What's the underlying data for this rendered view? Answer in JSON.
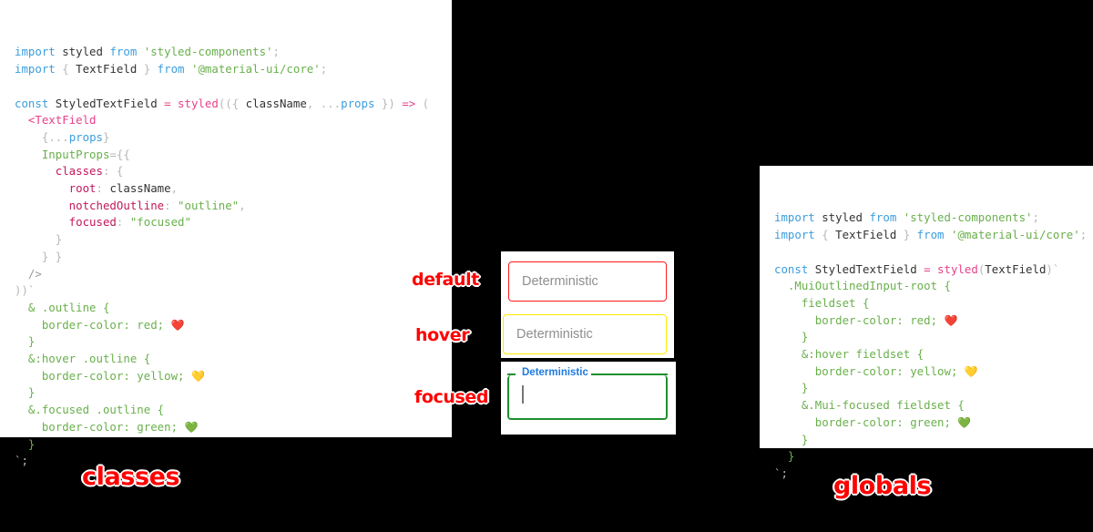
{
  "background_color": "#000000",
  "panels": {
    "classes_code": {
      "title_label": "classes",
      "lines": [
        [
          {
            "t": "import ",
            "c": "kw"
          },
          {
            "t": "styled ",
            "c": "ident"
          },
          {
            "t": "from ",
            "c": "kw"
          },
          {
            "t": "'styled-components'",
            "c": "str"
          },
          {
            "t": ";",
            "c": "punc"
          }
        ],
        [
          {
            "t": "import ",
            "c": "kw"
          },
          {
            "t": "{",
            "c": "punc"
          },
          {
            "t": " TextField ",
            "c": "ident"
          },
          {
            "t": "}",
            "c": "punc"
          },
          {
            "t": " from ",
            "c": "kw"
          },
          {
            "t": "'@material-ui/core'",
            "c": "str"
          },
          {
            "t": ";",
            "c": "punc"
          }
        ],
        [],
        [
          {
            "t": "const ",
            "c": "kw"
          },
          {
            "t": "StyledTextField ",
            "c": "ident"
          },
          {
            "t": "= ",
            "c": "op"
          },
          {
            "t": "styled",
            "c": "fn"
          },
          {
            "t": "((",
            "c": "punc"
          },
          {
            "t": "{",
            "c": "punc"
          },
          {
            "t": " className",
            "c": "ident"
          },
          {
            "t": ",",
            "c": "punc"
          },
          {
            "t": " ...",
            "c": "punc"
          },
          {
            "t": "props ",
            "c": "var"
          },
          {
            "t": "})",
            "c": "punc"
          },
          {
            "t": " => ",
            "c": "op"
          },
          {
            "t": "(",
            "c": "punc"
          }
        ],
        [
          {
            "t": "  <TextField",
            "c": "fn"
          }
        ],
        [
          {
            "t": "    {...",
            "c": "punc"
          },
          {
            "t": "props",
            "c": "var"
          },
          {
            "t": "}",
            "c": "punc"
          }
        ],
        [
          {
            "t": "    InputProps",
            "c": "attr"
          },
          {
            "t": "={{",
            "c": "punc"
          }
        ],
        [
          {
            "t": "      classes",
            "c": "prop"
          },
          {
            "t": ": {",
            "c": "punc"
          }
        ],
        [
          {
            "t": "        root",
            "c": "prop"
          },
          {
            "t": ": ",
            "c": "punc"
          },
          {
            "t": "className",
            "c": "ident"
          },
          {
            "t": ",",
            "c": "punc"
          }
        ],
        [
          {
            "t": "        notchedOutline",
            "c": "prop"
          },
          {
            "t": ": ",
            "c": "punc"
          },
          {
            "t": "\"outline\"",
            "c": "str"
          },
          {
            "t": ",",
            "c": "punc"
          }
        ],
        [
          {
            "t": "        focused",
            "c": "prop"
          },
          {
            "t": ": ",
            "c": "punc"
          },
          {
            "t": "\"focused\"",
            "c": "str"
          }
        ],
        [
          {
            "t": "      }",
            "c": "punc"
          }
        ],
        [
          {
            "t": "    } }",
            "c": "punc"
          }
        ],
        [
          {
            "t": "  />",
            "c": "gray"
          }
        ],
        [
          {
            "t": "))`",
            "c": "punc"
          }
        ],
        [
          {
            "t": "  & .outline {",
            "c": "css"
          }
        ],
        [
          {
            "t": "    border-color: red; ",
            "c": "css"
          },
          {
            "t": "❤️",
            "c": "emoji"
          }
        ],
        [
          {
            "t": "  }",
            "c": "css"
          }
        ],
        [
          {
            "t": "  &:hover .outline {",
            "c": "css"
          }
        ],
        [
          {
            "t": "    border-color: yellow; ",
            "c": "css"
          },
          {
            "t": "💛",
            "c": "emoji"
          }
        ],
        [
          {
            "t": "  }",
            "c": "css"
          }
        ],
        [
          {
            "t": "  &.focused .outline {",
            "c": "css"
          }
        ],
        [
          {
            "t": "    border-color: green; ",
            "c": "css"
          },
          {
            "t": "💚",
            "c": "emoji"
          }
        ],
        [
          {
            "t": "  }",
            "c": "css"
          }
        ],
        [
          {
            "t": "`;",
            "c": "punc"
          }
        ]
      ]
    },
    "globals_code": {
      "title_label": "globals",
      "lines": [
        [
          {
            "t": "import ",
            "c": "kw"
          },
          {
            "t": "styled ",
            "c": "ident"
          },
          {
            "t": "from ",
            "c": "kw"
          },
          {
            "t": "'styled-components'",
            "c": "str"
          },
          {
            "t": ";",
            "c": "punc"
          }
        ],
        [
          {
            "t": "import ",
            "c": "kw"
          },
          {
            "t": "{",
            "c": "punc"
          },
          {
            "t": " TextField ",
            "c": "ident"
          },
          {
            "t": "}",
            "c": "punc"
          },
          {
            "t": " from ",
            "c": "kw"
          },
          {
            "t": "'@material-ui/core'",
            "c": "str"
          },
          {
            "t": ";",
            "c": "punc"
          }
        ],
        [],
        [
          {
            "t": "const ",
            "c": "kw"
          },
          {
            "t": "StyledTextField ",
            "c": "ident"
          },
          {
            "t": "= ",
            "c": "op"
          },
          {
            "t": "styled",
            "c": "fn"
          },
          {
            "t": "(",
            "c": "punc"
          },
          {
            "t": "TextField",
            "c": "ident"
          },
          {
            "t": ")`",
            "c": "punc"
          }
        ],
        [
          {
            "t": "  .MuiOutlinedInput-root {",
            "c": "css"
          }
        ],
        [
          {
            "t": "    fieldset {",
            "c": "css"
          }
        ],
        [
          {
            "t": "      border-color: red; ",
            "c": "css"
          },
          {
            "t": "❤️",
            "c": "emoji"
          }
        ],
        [
          {
            "t": "    }",
            "c": "css"
          }
        ],
        [
          {
            "t": "    &:hover fieldset {",
            "c": "css"
          }
        ],
        [
          {
            "t": "      border-color: yellow; ",
            "c": "css"
          },
          {
            "t": "💛",
            "c": "emoji"
          }
        ],
        [
          {
            "t": "    }",
            "c": "css"
          }
        ],
        [
          {
            "t": "    &.Mui-focused fieldset {",
            "c": "css"
          }
        ],
        [
          {
            "t": "      border-color: green; ",
            "c": "css"
          },
          {
            "t": "💚",
            "c": "emoji"
          }
        ],
        [
          {
            "t": "    }",
            "c": "css"
          }
        ],
        [
          {
            "t": "  }",
            "c": "css"
          }
        ],
        [
          {
            "t": "`;",
            "c": "punc"
          }
        ]
      ]
    }
  },
  "demo": {
    "fields": {
      "default": {
        "state_label": "default",
        "value": "Deterministic",
        "border_color": "#ff1a1a"
      },
      "hover": {
        "state_label": "hover",
        "value": "Deterministic",
        "border_color": "#ffeb00"
      },
      "focused": {
        "state_label": "focused",
        "floating_label": "Deterministic",
        "value": "",
        "border_color": "#1f8f2e",
        "label_color": "#1f7ae0"
      }
    }
  },
  "annotation_color": "#ff0000"
}
